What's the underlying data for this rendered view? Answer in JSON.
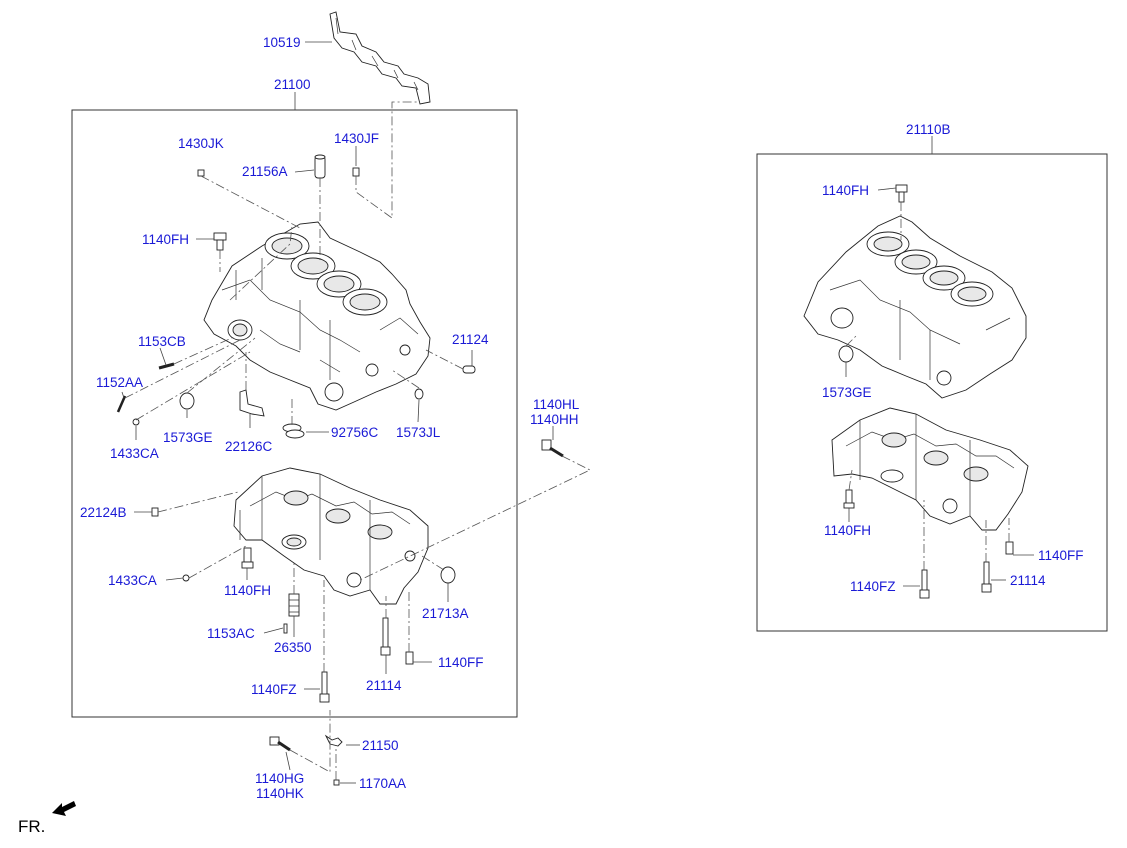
{
  "labels": {
    "l10519": "10519",
    "l21100": "21100",
    "l1430jk": "1430JK",
    "l1430jf": "1430JF",
    "l21156a": "21156A",
    "l1140fh_a": "1140FH",
    "l1153cb": "1153CB",
    "l1152aa": "1152AA",
    "l1433ca_a": "1433CA",
    "l1573ge_a": "1573GE",
    "l22126c": "22126C",
    "l92756c": "92756C",
    "l1573jl": "1573JL",
    "l21124": "21124",
    "l22124b": "22124B",
    "l1433ca_b": "1433CA",
    "l1140fh_b": "1140FH",
    "l1153ac": "1153AC",
    "l26350": "26350",
    "l21713a": "21713A",
    "l1140ff_a": "1140FF",
    "l21114_a": "21114",
    "l1140fz_a": "1140FZ",
    "l1140hl": "1140HL",
    "l1140hh": "1140HH",
    "l21150": "21150",
    "l1140hg": "1140HG",
    "l1140hk": "1140HK",
    "l1170aa": "1170AA",
    "l21110b": "21110B",
    "l1140fh_c": "1140FH",
    "l1573ge_b": "1573GE",
    "l1140fh_d": "1140FH",
    "l1140ff_b": "1140FF",
    "l1140fz_b": "1140FZ",
    "l21114_b": "21114",
    "fr": "FR."
  },
  "colors": {
    "label": "#1a1ad6",
    "line": "#333333"
  },
  "icons": {
    "front_arrow": "front-direction-arrow-icon"
  }
}
